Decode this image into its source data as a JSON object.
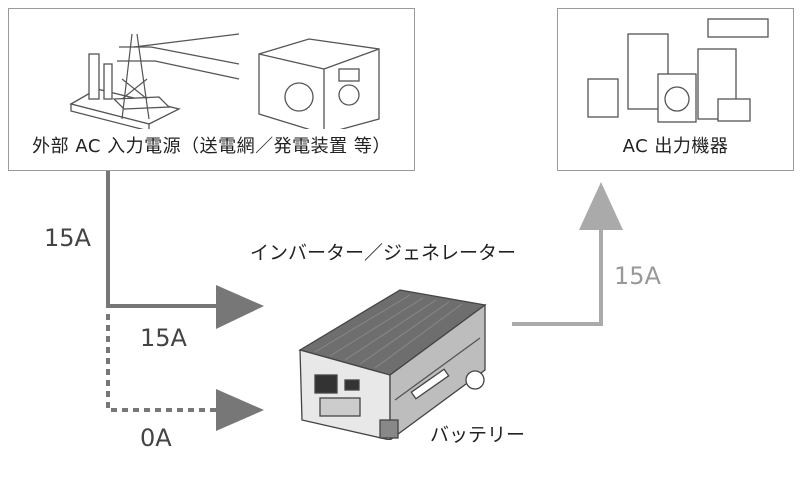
{
  "source": {
    "label": "外部 AC 入力電源（送電網／発電装置 等）"
  },
  "output": {
    "label": "AC 出力機器"
  },
  "device": {
    "title": "インバーター／ジェネレーター",
    "battery_label": "バッテリー"
  },
  "flows": {
    "source_current": "15A",
    "to_device_current": "15A",
    "to_battery_current": "0A",
    "output_current": "15A"
  },
  "colors": {
    "dark_arrow": "#777777",
    "light_arrow": "#aaaaaa",
    "box_border": "#9a9a9a"
  }
}
